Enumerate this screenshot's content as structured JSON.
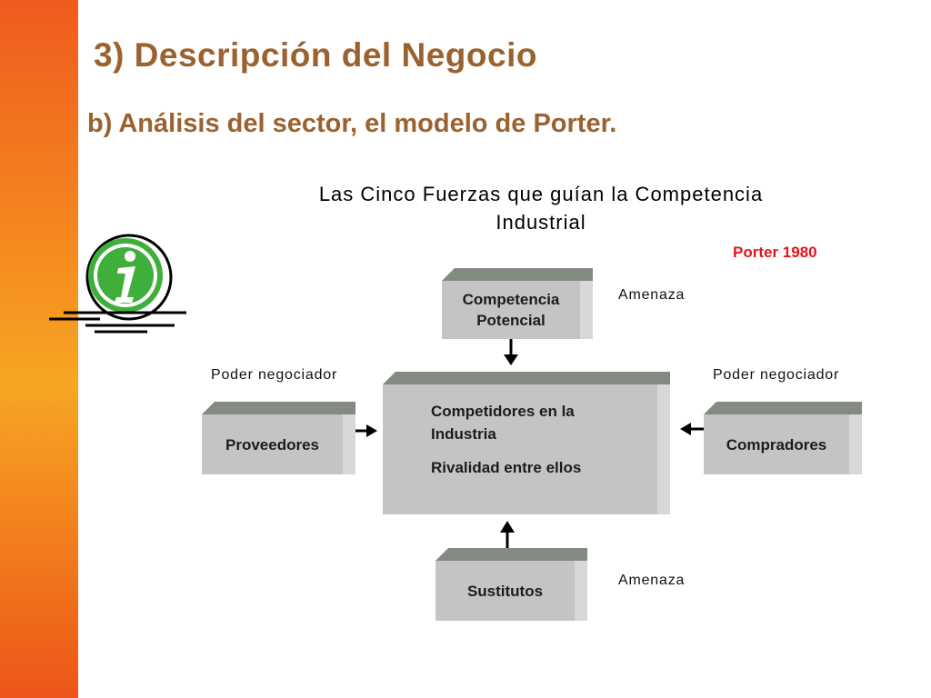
{
  "slide": {
    "title": "3) Descripción del Negocio",
    "subtitle": "b) Análisis del sector, el modelo de Porter."
  },
  "diagram": {
    "title_line1": "Las Cinco Fuerzas que guían la Competencia",
    "title_line2": "Industrial",
    "citation": "Porter 1980",
    "nodes": {
      "top": {
        "line1": "Competencia",
        "line2": "Potencial"
      },
      "left": {
        "label": "Proveedores"
      },
      "center": {
        "line1": "Competidores en la",
        "line2": "Industria",
        "line3": "Rivalidad entre ellos"
      },
      "right": {
        "label": "Compradores"
      },
      "bottom": {
        "label": "Sustitutos"
      }
    },
    "edge_labels": {
      "top": "Amenaza",
      "bottom": "Amenaza",
      "left": "Poder negociador",
      "right": "Poder negociador"
    }
  },
  "colors": {
    "title": "#9b6230",
    "citation": "#e4141b",
    "box_face": "#c4c4c4",
    "box_top": "#828a82",
    "sidebar_top": "#ef5b1e",
    "sidebar_mid": "#f7a624"
  },
  "icons": {
    "info": "info-icon"
  }
}
